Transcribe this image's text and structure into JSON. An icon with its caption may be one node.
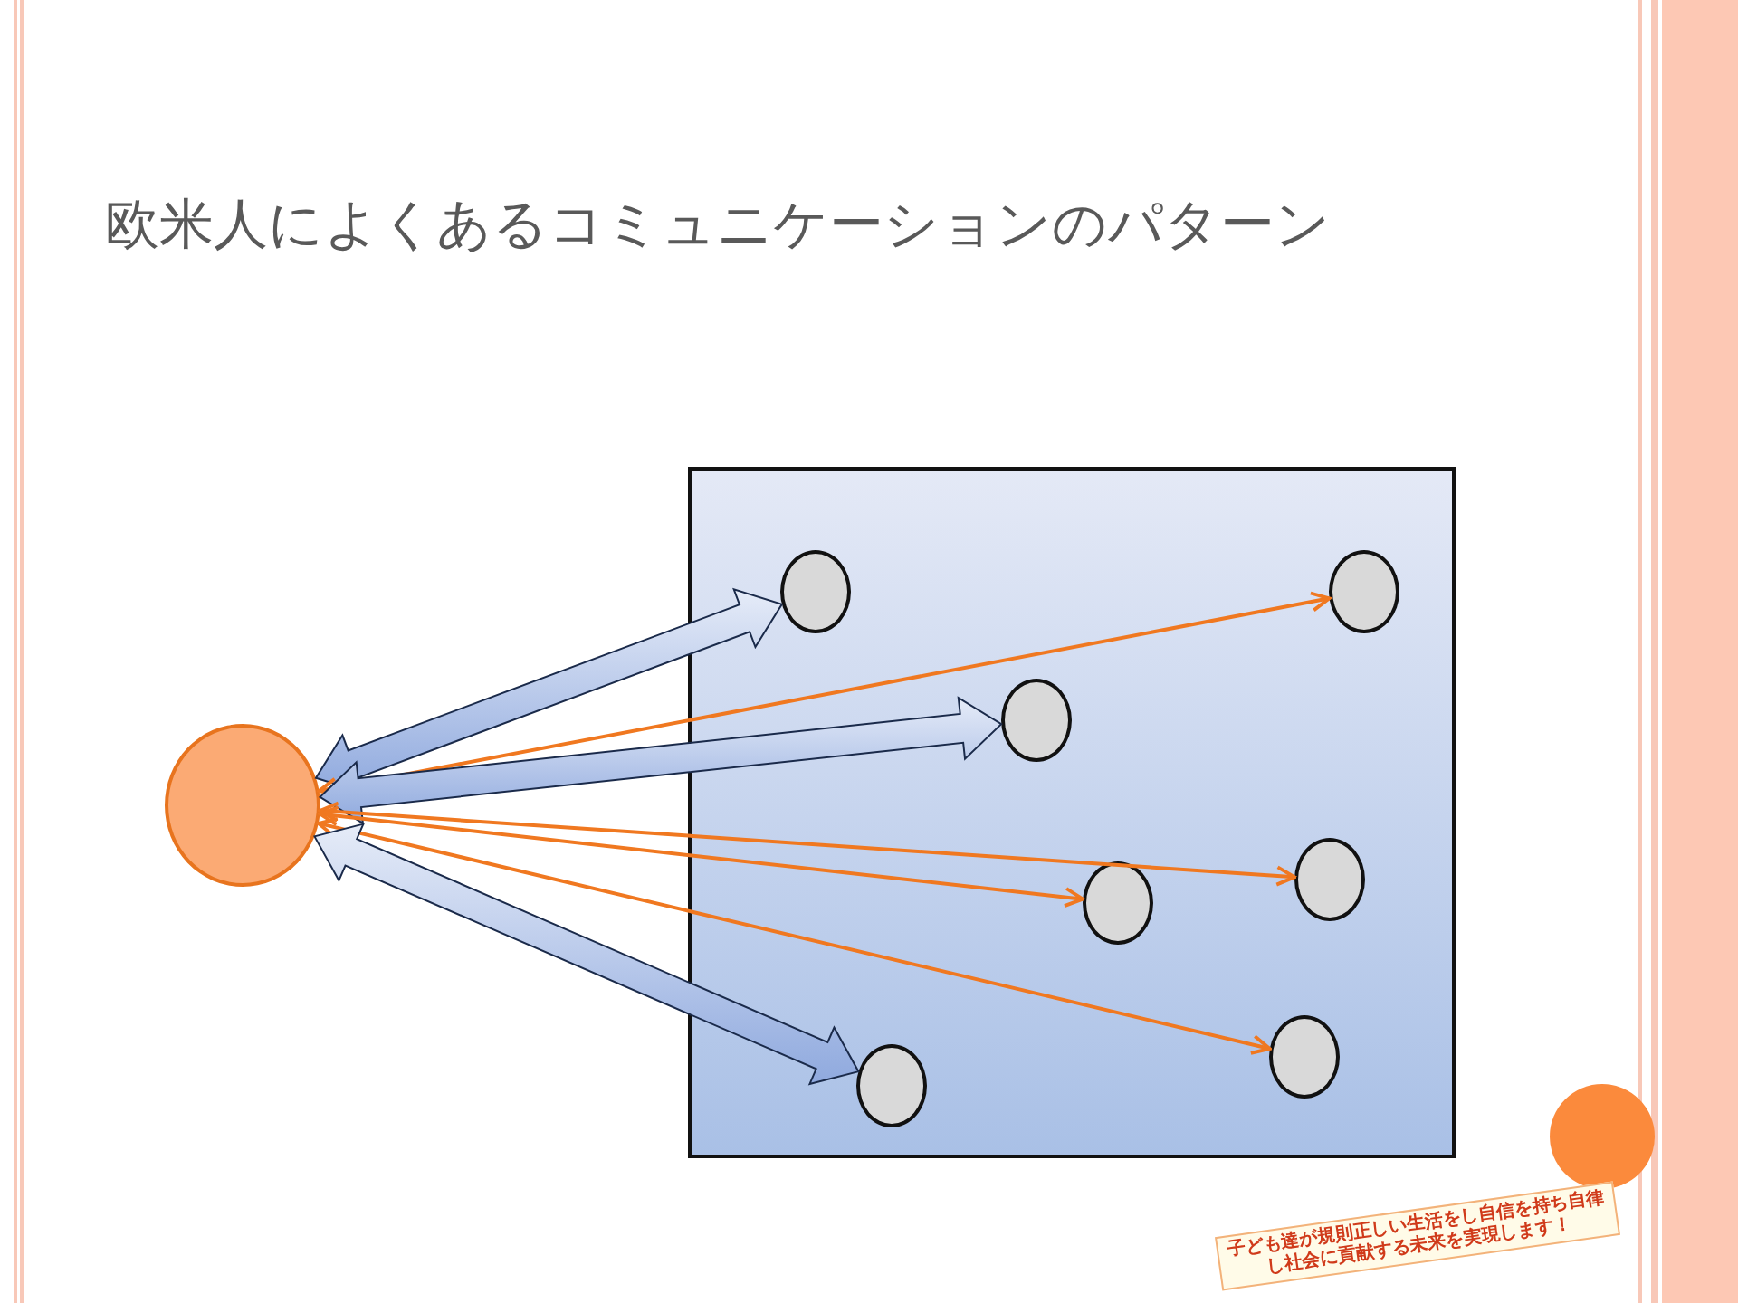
{
  "diagram": {
    "title": "欧米人によくあるコミュニケーションのパターン",
    "nodes": [
      {
        "text": [],
        "shape": "circle"
      },
      {
        "text": [],
        "shape": "box"
      },
      {
        "text": [],
        "shape": "circle",
        "in": 1
      },
      {
        "text": [],
        "shape": "circle",
        "in": 1
      },
      {
        "text": [],
        "shape": "circle",
        "in": 1
      },
      {
        "text": [],
        "shape": "circle",
        "in": 1
      },
      {
        "text": [],
        "shape": "circle",
        "in": 1
      },
      {
        "text": [],
        "shape": "circle",
        "in": 1
      },
      {
        "text": [],
        "shape": "circle",
        "in": 1
      }
    ],
    "edges": [
      {
        "from": 0,
        "to": 2,
        "arrow": "both",
        "style": "thick",
        "color": "#8fa9de"
      },
      {
        "from": 0,
        "to": 3,
        "arrow": "both"
      },
      {
        "from": 0,
        "to": 4,
        "arrow": "both",
        "style": "thick",
        "color": "#8fa9de"
      },
      {
        "from": 0,
        "to": 5,
        "arrow": "both"
      },
      {
        "from": 0,
        "to": 6,
        "arrow": "both"
      },
      {
        "from": 0,
        "to": 7,
        "arrow": "both"
      },
      {
        "from": 0,
        "to": 8,
        "arrow": "both",
        "style": "thick",
        "color": "#8fa9de"
      }
    ],
    "labels": [
      "子ども達が規則正しい生活をし自信を持ち自律し社会に貢献する未来を実現します！"
    ]
  }
}
